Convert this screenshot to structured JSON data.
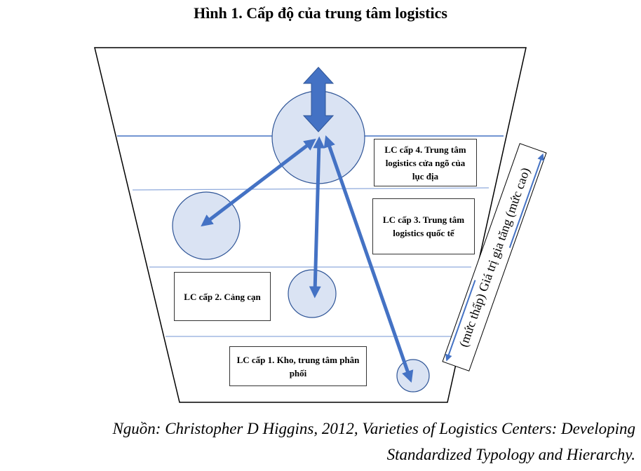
{
  "title": "Hình 1. Cấp độ của trung tâm logistics",
  "levels": [
    {
      "label": "LC cấp 4. Trung tâm logistics cửa ngõ của lục địa"
    },
    {
      "label": "LC cấp 3. Trung tâm logistics quốc tế"
    },
    {
      "label": "LC cấp 2. Cảng cạn"
    },
    {
      "label": "LC cấp 1. Kho, trung tâm phân phối"
    }
  ],
  "value_scale_label": "(mức thấp) Giá trị gia tăng (mức cao)",
  "source_line1": "Nguồn: Christopher D Higgins, 2012, Varieties of Logistics Centers: Developing",
  "source_line2": "Standardized Typology and Hierarchy.",
  "colors": {
    "arrow": "#4472c4",
    "circle_fill": "#dae3f3",
    "circle_stroke": "#2f5597",
    "level_line": "#4472c4"
  }
}
